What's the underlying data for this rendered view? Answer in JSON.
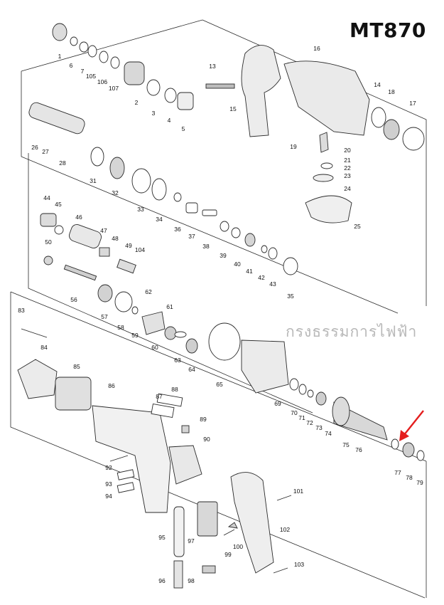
{
  "title": "MT870",
  "watermark": "กรงธรรมการไฟฟ้า",
  "part_labels": [
    {
      "id": "1",
      "t": "1"
    },
    {
      "id": "6",
      "t": "6"
    },
    {
      "id": "7",
      "t": "7"
    },
    {
      "id": "105",
      "t": "105"
    },
    {
      "id": "106",
      "t": "106"
    },
    {
      "id": "107",
      "t": "107"
    },
    {
      "id": "2",
      "t": "2"
    },
    {
      "id": "3",
      "t": "3"
    },
    {
      "id": "4",
      "t": "4"
    },
    {
      "id": "5",
      "t": "5"
    },
    {
      "id": "13",
      "t": "13"
    },
    {
      "id": "15",
      "t": "15"
    },
    {
      "id": "16",
      "t": "16"
    },
    {
      "id": "14",
      "t": "14"
    },
    {
      "id": "18",
      "t": "18"
    },
    {
      "id": "17",
      "t": "17"
    },
    {
      "id": "19",
      "t": "19"
    },
    {
      "id": "20",
      "t": "20"
    },
    {
      "id": "21",
      "t": "21"
    },
    {
      "id": "22",
      "t": "22"
    },
    {
      "id": "23",
      "t": "23"
    },
    {
      "id": "24",
      "t": "24"
    },
    {
      "id": "25",
      "t": "25"
    },
    {
      "id": "26",
      "t": "26"
    },
    {
      "id": "27",
      "t": "27"
    },
    {
      "id": "28",
      "t": "28"
    },
    {
      "id": "31",
      "t": "31"
    },
    {
      "id": "32",
      "t": "32"
    },
    {
      "id": "33",
      "t": "33"
    },
    {
      "id": "34",
      "t": "34"
    },
    {
      "id": "36",
      "t": "36"
    },
    {
      "id": "37",
      "t": "37"
    },
    {
      "id": "38",
      "t": "38"
    },
    {
      "id": "39",
      "t": "39"
    },
    {
      "id": "40",
      "t": "40"
    },
    {
      "id": "41",
      "t": "41"
    },
    {
      "id": "42",
      "t": "42"
    },
    {
      "id": "43",
      "t": "43"
    },
    {
      "id": "35",
      "t": "35"
    },
    {
      "id": "44",
      "t": "44"
    },
    {
      "id": "45",
      "t": "45"
    },
    {
      "id": "46",
      "t": "46"
    },
    {
      "id": "47",
      "t": "47"
    },
    {
      "id": "48",
      "t": "48"
    },
    {
      "id": "49",
      "t": "49"
    },
    {
      "id": "104",
      "t": "104"
    },
    {
      "id": "50",
      "t": "50"
    },
    {
      "id": "56",
      "t": "56"
    },
    {
      "id": "57",
      "t": "57"
    },
    {
      "id": "58",
      "t": "58"
    },
    {
      "id": "59",
      "t": "59"
    },
    {
      "id": "62",
      "t": "62"
    },
    {
      "id": "61",
      "t": "61"
    },
    {
      "id": "60",
      "t": "60"
    },
    {
      "id": "63",
      "t": "63"
    },
    {
      "id": "64",
      "t": "64"
    },
    {
      "id": "65",
      "t": "65"
    },
    {
      "id": "69",
      "t": "69"
    },
    {
      "id": "83",
      "t": "83"
    },
    {
      "id": "84",
      "t": "84"
    },
    {
      "id": "85",
      "t": "85"
    },
    {
      "id": "86",
      "t": "86"
    },
    {
      "id": "87",
      "t": "87"
    },
    {
      "id": "88",
      "t": "88"
    },
    {
      "id": "89",
      "t": "89"
    },
    {
      "id": "90",
      "t": "90"
    },
    {
      "id": "92",
      "t": "92"
    },
    {
      "id": "93",
      "t": "93"
    },
    {
      "id": "94",
      "t": "94"
    },
    {
      "id": "70",
      "t": "70"
    },
    {
      "id": "71",
      "t": "71"
    },
    {
      "id": "72",
      "t": "72"
    },
    {
      "id": "73",
      "t": "73"
    },
    {
      "id": "74",
      "t": "74"
    },
    {
      "id": "75",
      "t": "75"
    },
    {
      "id": "76",
      "t": "76"
    },
    {
      "id": "77",
      "t": "77"
    },
    {
      "id": "78",
      "t": "78"
    },
    {
      "id": "79",
      "t": "79"
    },
    {
      "id": "101",
      "t": "101"
    },
    {
      "id": "102",
      "t": "102"
    },
    {
      "id": "103",
      "t": "103"
    },
    {
      "id": "95",
      "t": "95"
    },
    {
      "id": "96",
      "t": "96"
    },
    {
      "id": "97",
      "t": "97"
    },
    {
      "id": "98",
      "t": "98"
    },
    {
      "id": "99",
      "t": "99"
    },
    {
      "id": "100",
      "t": "100"
    }
  ],
  "colors": {
    "line": "#2a2a2a",
    "arrow": "#e41e1e",
    "fill": "#d9d9d9",
    "dark": "#555555"
  }
}
